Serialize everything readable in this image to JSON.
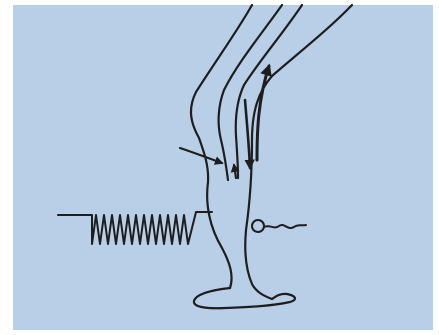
{
  "colors": {
    "page_background": "#ffffff",
    "panel_background": "#b9cfe8",
    "ink": "#1e1e1e"
  },
  "diagram": {
    "subject": "leg-circulation-illustration",
    "elements": [
      "panel",
      "leg-outline-back",
      "leg-outline-front",
      "foot-outline",
      "vein-left",
      "vein-right",
      "flow-arrow-up",
      "flow-arrow-down",
      "pressure-arrow-calf",
      "pressure-arrow-shin",
      "signal-waveform",
      "sensor-probe-icon"
    ]
  }
}
